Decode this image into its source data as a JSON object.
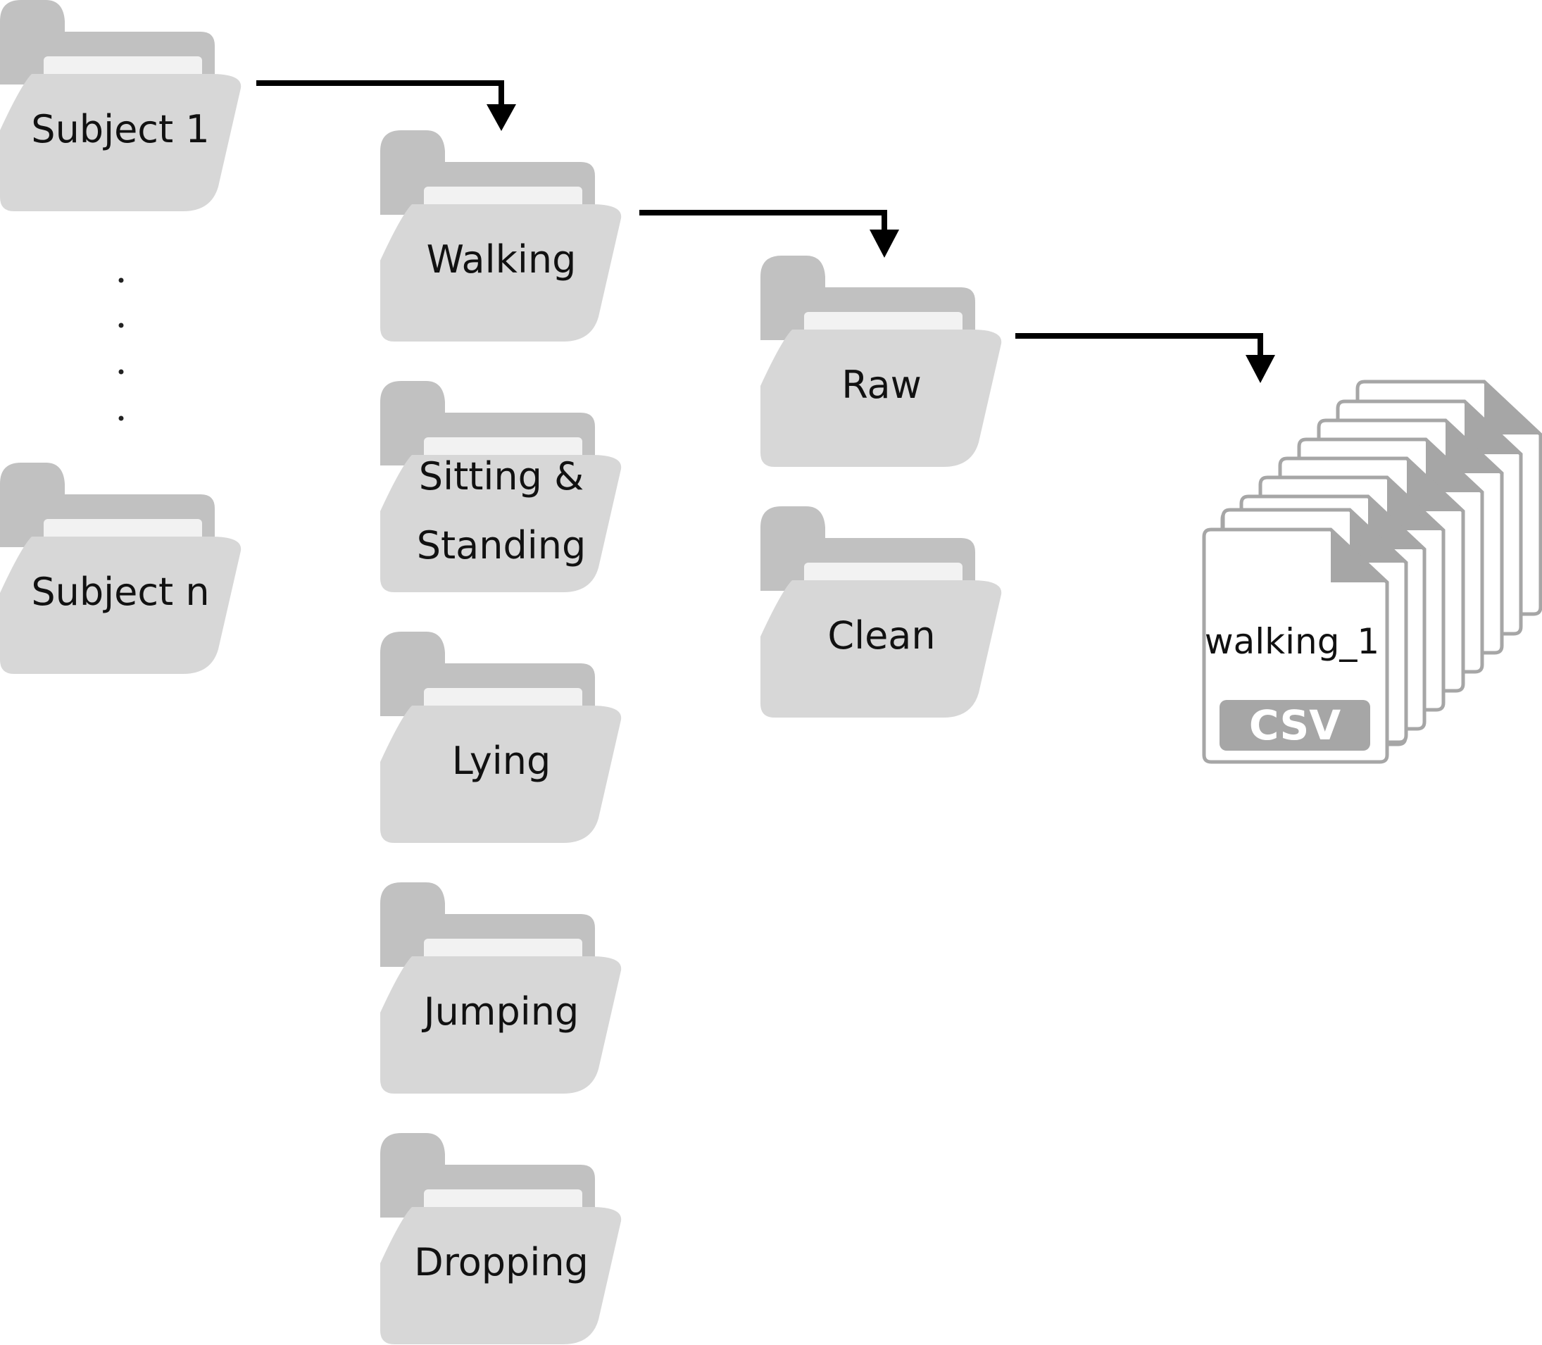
{
  "colors": {
    "folder_back": "#c1c1c1",
    "folder_paper": "#f2f2f2",
    "folder_front": "#d7d7d7",
    "file_border": "#a6a6a6",
    "file_body": "#ffffff",
    "csv_badge": "#a6a6a6",
    "arrow": "#000000"
  },
  "subjects": {
    "first": "Subject 1",
    "last": "Subject n"
  },
  "activities": {
    "walking": "Walking",
    "sitting_standing_line1": "Sitting &",
    "sitting_standing_line2": "Standing",
    "lying": "Lying",
    "jumping": "Jumping",
    "dropping": "Dropping"
  },
  "processing": {
    "raw": "Raw",
    "clean": "Clean"
  },
  "file": {
    "name": "walking_1",
    "type": "CSV",
    "icon": "csv-file-icon"
  }
}
